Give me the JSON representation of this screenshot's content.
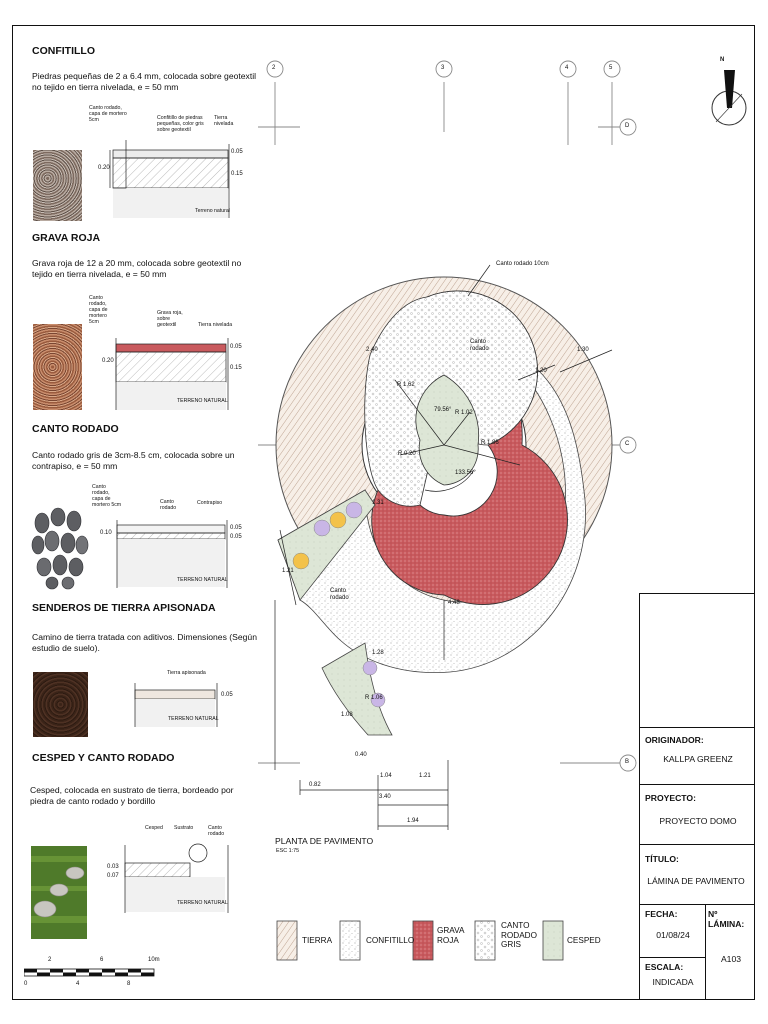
{
  "details": {
    "confitillo": {
      "heading": "CONFITILLO",
      "desc": "Piedras pequeñas de 2 a 6.4 mm, colocada sobre geotextil no tejido en tierra nivelada, e = 50 mm",
      "callouts": [
        "Canto rodado, capa de mortero 5cm",
        "Confitillo de piedras pequeñas, color gris sobre geotextil",
        "Tierra nivelada"
      ],
      "dims": [
        "0.05",
        "0.20",
        "0.15"
      ],
      "ground": "Terreno natural"
    },
    "grava_roja": {
      "heading": "GRAVA ROJA",
      "desc": "Grava roja de 12 a 20 mm, colocada sobre geotextil no tejido en tierra nivelada, e = 50 mm",
      "callouts": [
        "Canto rodado, capa de mortero 5cm",
        "Grava roja, sobre geotextil",
        "Tierra nivelada"
      ],
      "dims": [
        "0.05",
        "0.20",
        "0.15"
      ],
      "ground": "TERRENO NATURAL"
    },
    "canto_rodado": {
      "heading": "CANTO RODADO",
      "desc": "Canto rodado gris de 3cm-8.5 cm, colocada sobre un contrapiso, e = 50 mm",
      "callouts": [
        "Canto rodado, capa de mortero 5cm",
        "Canto rodado",
        "Contrapiso"
      ],
      "dims": [
        "0.10",
        "0.05",
        "0.05"
      ],
      "ground": "TERRENO NATURAL"
    },
    "senderos": {
      "heading": "SENDEROS DE TIERRA APISONADA",
      "desc": "Camino de tierra tratada con aditivos. Dimensiones (Según estudio de suelo).",
      "callouts": [
        "Tierra apisonada"
      ],
      "dims": [
        "0.05"
      ],
      "ground": "TERRENO NATURAL"
    },
    "cesped": {
      "heading": "CESPED Y CANTO RODADO",
      "desc": "Cesped, colocada en sustrato de tierra, bordeado por piedra de canto rodado y bordillo",
      "callouts": [
        "Cesped",
        "Sustrato",
        "Canto rodado"
      ],
      "dims": [
        "0.03",
        "0.07"
      ],
      "ground": "TERRENO NATURAL"
    }
  },
  "scale_bar": {
    "top": [
      "2",
      "6",
      "10m"
    ],
    "bottom": [
      "0",
      "4",
      "8"
    ]
  },
  "grid": {
    "cols": [
      "2",
      "3",
      "4",
      "5"
    ],
    "rows": [
      "D",
      "C",
      "B"
    ]
  },
  "compass": {
    "label": "N"
  },
  "plan": {
    "labels": {
      "canto_rodado_10": "Canto rodado 10cm",
      "canto_rodado_a": "Canto rodado",
      "canto_rodado_b": "Canto rodado"
    },
    "dims": {
      "r162": "R 1.62",
      "r102": "R 1.02",
      "r186": "R 1.86",
      "r020": "R 0.20",
      "r106": "R 1.06",
      "a7956": "79.56°",
      "a13356": "133.56°",
      "d240": "2.40",
      "d130": "1.30",
      "d120": "1.20",
      "d131": "1.31",
      "d121": "1.21",
      "d448": "4.48",
      "d128": "1.28",
      "d108": "1.08",
      "d082": "0.82",
      "d104": "1.04",
      "d121b": "1.21",
      "d340": "3.40",
      "d194": "1.94",
      "d040": "0.40"
    },
    "caption": "PLANTA DE PAVIMENTO",
    "scale": "ESC 1:75"
  },
  "legend": [
    {
      "label": "TIERRA",
      "fill": "#f6eee6"
    },
    {
      "label": "CONFITILLO",
      "fill": "#ffffff"
    },
    {
      "label": "GRAVA ROJA",
      "fill": "#d98a8c"
    },
    {
      "label": "CANTO RODADO GRIS",
      "fill": "#ffffff"
    },
    {
      "label": "CESPED",
      "fill": "#dde6d6"
    }
  ],
  "titleblock": {
    "originador_label": "ORIGINADOR:",
    "originador": "KALLPA GREENZ",
    "proyecto_label": "PROYECTO:",
    "proyecto": "PROYECTO DOMO",
    "titulo_label": "TÍTULO:",
    "titulo": "LÁMINA DE PAVIMENTO",
    "fecha_label": "FECHA:",
    "fecha": "01/08/24",
    "lamina_label": "Nº LÁMINA:",
    "lamina": "A103",
    "escala_label": "ESCALA:",
    "escala": "INDICADA"
  },
  "colors": {
    "grava": "#c95a5e",
    "cesped": "#d6e0cc",
    "tierra_hatch": "#b89c88",
    "stone_purple": "#c9b6e6",
    "stone_yellow": "#f3c24a"
  }
}
